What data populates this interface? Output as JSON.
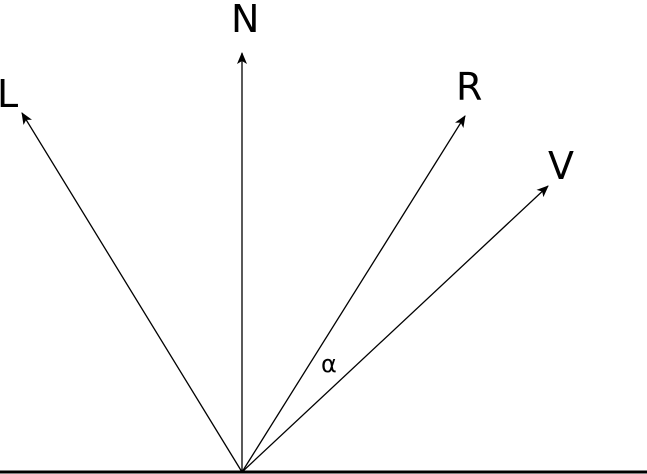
{
  "diagram": {
    "labels": {
      "normal": "N",
      "light": "L",
      "reflection": "R",
      "view": "V",
      "angle": "α"
    },
    "colors": {
      "line": "#000000",
      "background": "#ffffff"
    }
  }
}
